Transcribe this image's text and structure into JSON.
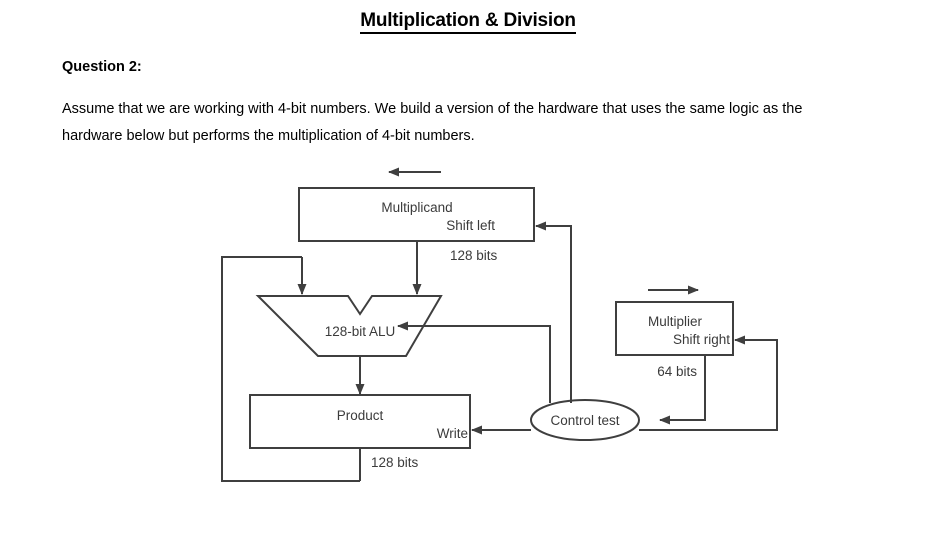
{
  "document": {
    "title": "Multiplication & Division",
    "question_label": "Question 2:",
    "question_body": "Assume that we are working with 4-bit numbers. We build a version of the hardware that uses the same logic as the hardware below but performs the multiplication of 4-bit numbers."
  },
  "diagram": {
    "name": "multiplication-hardware-datapath",
    "blocks": {
      "multiplicand": {
        "label": "Multiplicand",
        "sublabel": "Shift left"
      },
      "alu": {
        "label": "128-bit ALU"
      },
      "product": {
        "label": "Product",
        "sublabel": "Write"
      },
      "multiplier": {
        "label": "Multiplier",
        "sublabel": "Shift right"
      },
      "control": {
        "label": "Control test"
      }
    },
    "wire_labels": {
      "multiplicand_out": "128 bits",
      "multiplier_out": "64 bits",
      "product_out": "128 bits"
    },
    "colors": {
      "stroke": "#3f3f3f",
      "text": "#3b3b3b",
      "background": "#ffffff"
    }
  }
}
